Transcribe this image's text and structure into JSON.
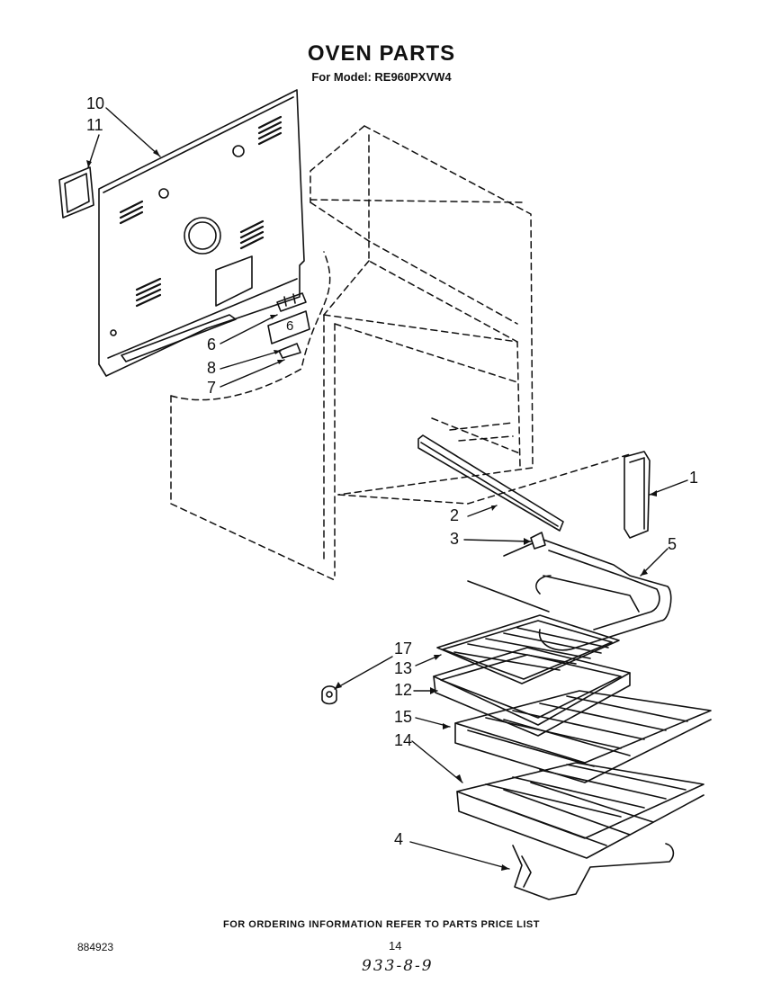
{
  "title": "OVEN PARTS",
  "subtitle": "For Model: RE960PXVW4",
  "callouts": {
    "c1": "1",
    "c2": "2",
    "c3": "3",
    "c4": "4",
    "c5": "5",
    "c6a": "6",
    "c6b": "6",
    "c7": "7",
    "c8": "8",
    "c10": "10",
    "c11": "11",
    "c12": "12",
    "c13": "13",
    "c14": "14",
    "c15": "15",
    "c17": "17"
  },
  "footer": {
    "ordering_note": "FOR ORDERING INFORMATION REFER TO PARTS PRICE LIST",
    "doc_number": "884923",
    "page_number": "14",
    "handwritten_code": "933-8-9"
  }
}
